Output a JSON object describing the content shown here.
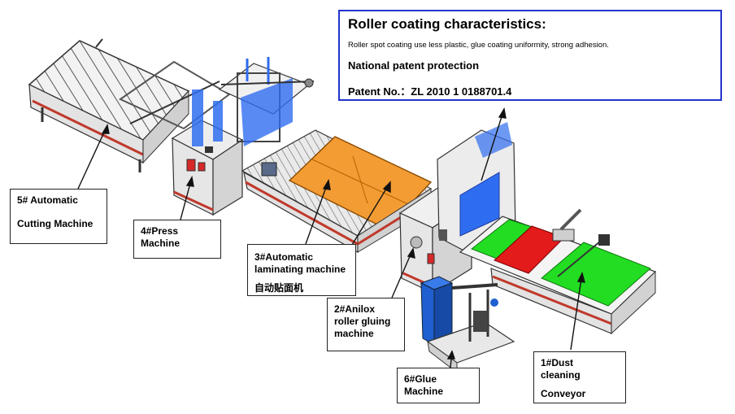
{
  "info_box": {
    "title": "Roller coating characteristics:",
    "description": "Roller spot coating use less plastic, glue coating uniformity, strong adhesion.",
    "patent_line": "National patent protection",
    "patent_number": "Patent No.：ZL 2010 1 0188701.4"
  },
  "labels": {
    "cutting": {
      "line1": "5# Automatic",
      "line2": "Cutting Machine"
    },
    "press": {
      "line1": "4#Press",
      "line2": "Machine"
    },
    "laminating": {
      "line1": "3#Automatic",
      "line2": "laminating machine",
      "line3": "自动贴面机"
    },
    "anilox": {
      "line1": "2#Anilox",
      "line2": "roller gluing",
      "line3": "machine"
    },
    "glue": {
      "line1": "6#Glue",
      "line2": "Machine"
    },
    "dust": {
      "line1": "1#Dust",
      "line2": "cleaning",
      "line3": "Conveyor"
    }
  },
  "colors": {
    "info_border": "#2233cc",
    "machine_body": "#e6e6e6",
    "stripe": "#c0392b",
    "laminating_table": "#f39c33",
    "conveyor_green": "#22dd22",
    "conveyor_red": "#e41b1b",
    "glue_tank": "#1f5fcf",
    "panel_blue": "#2f6df0"
  }
}
